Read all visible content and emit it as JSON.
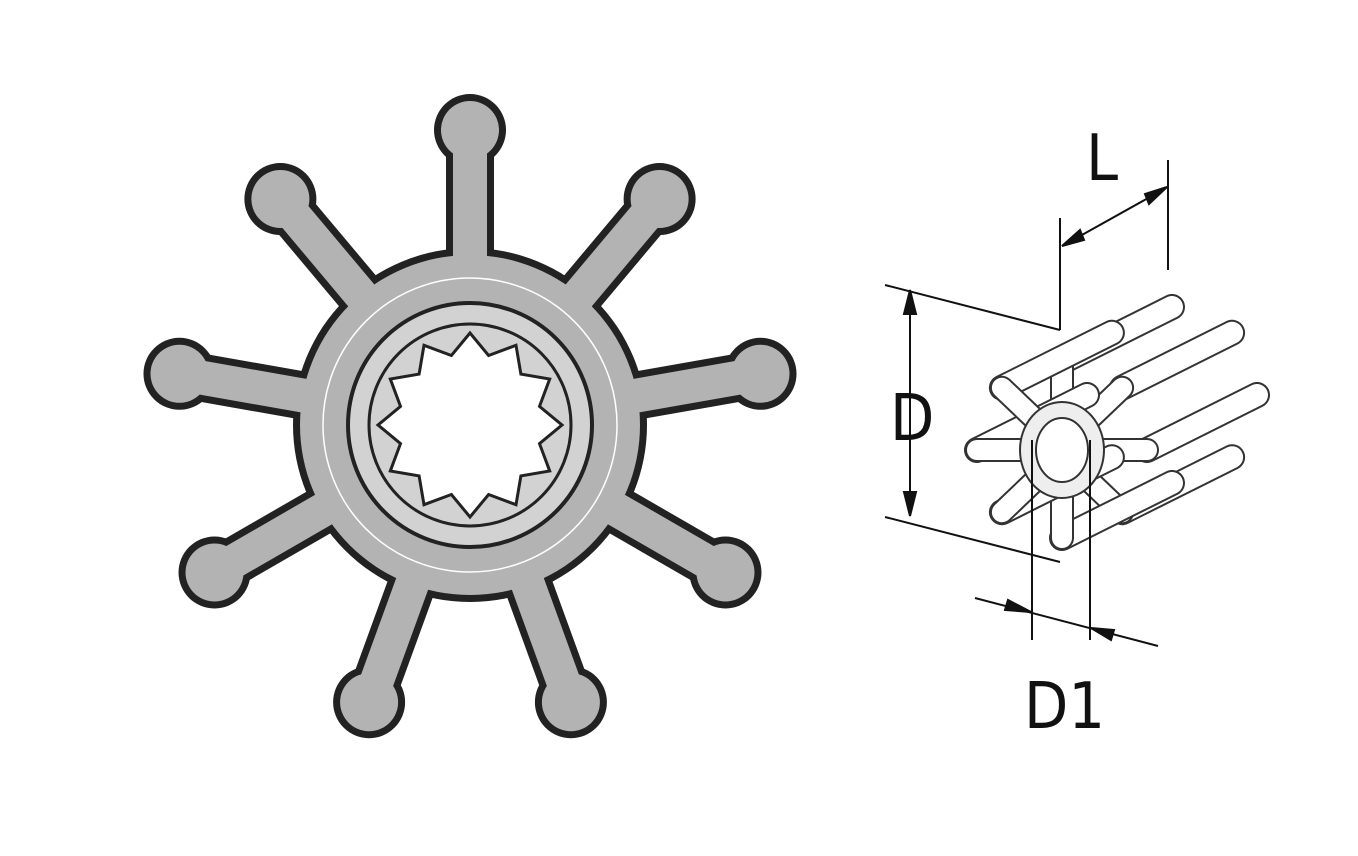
{
  "labels": {
    "length": "L",
    "diameter": "D",
    "shaft_diameter": "D1"
  },
  "colors": {
    "rubber": "#b3b3b3",
    "outline": "#222222",
    "insert": "#d2d2d2"
  },
  "impeller": {
    "blade_count": 9,
    "spline_count": 12
  }
}
